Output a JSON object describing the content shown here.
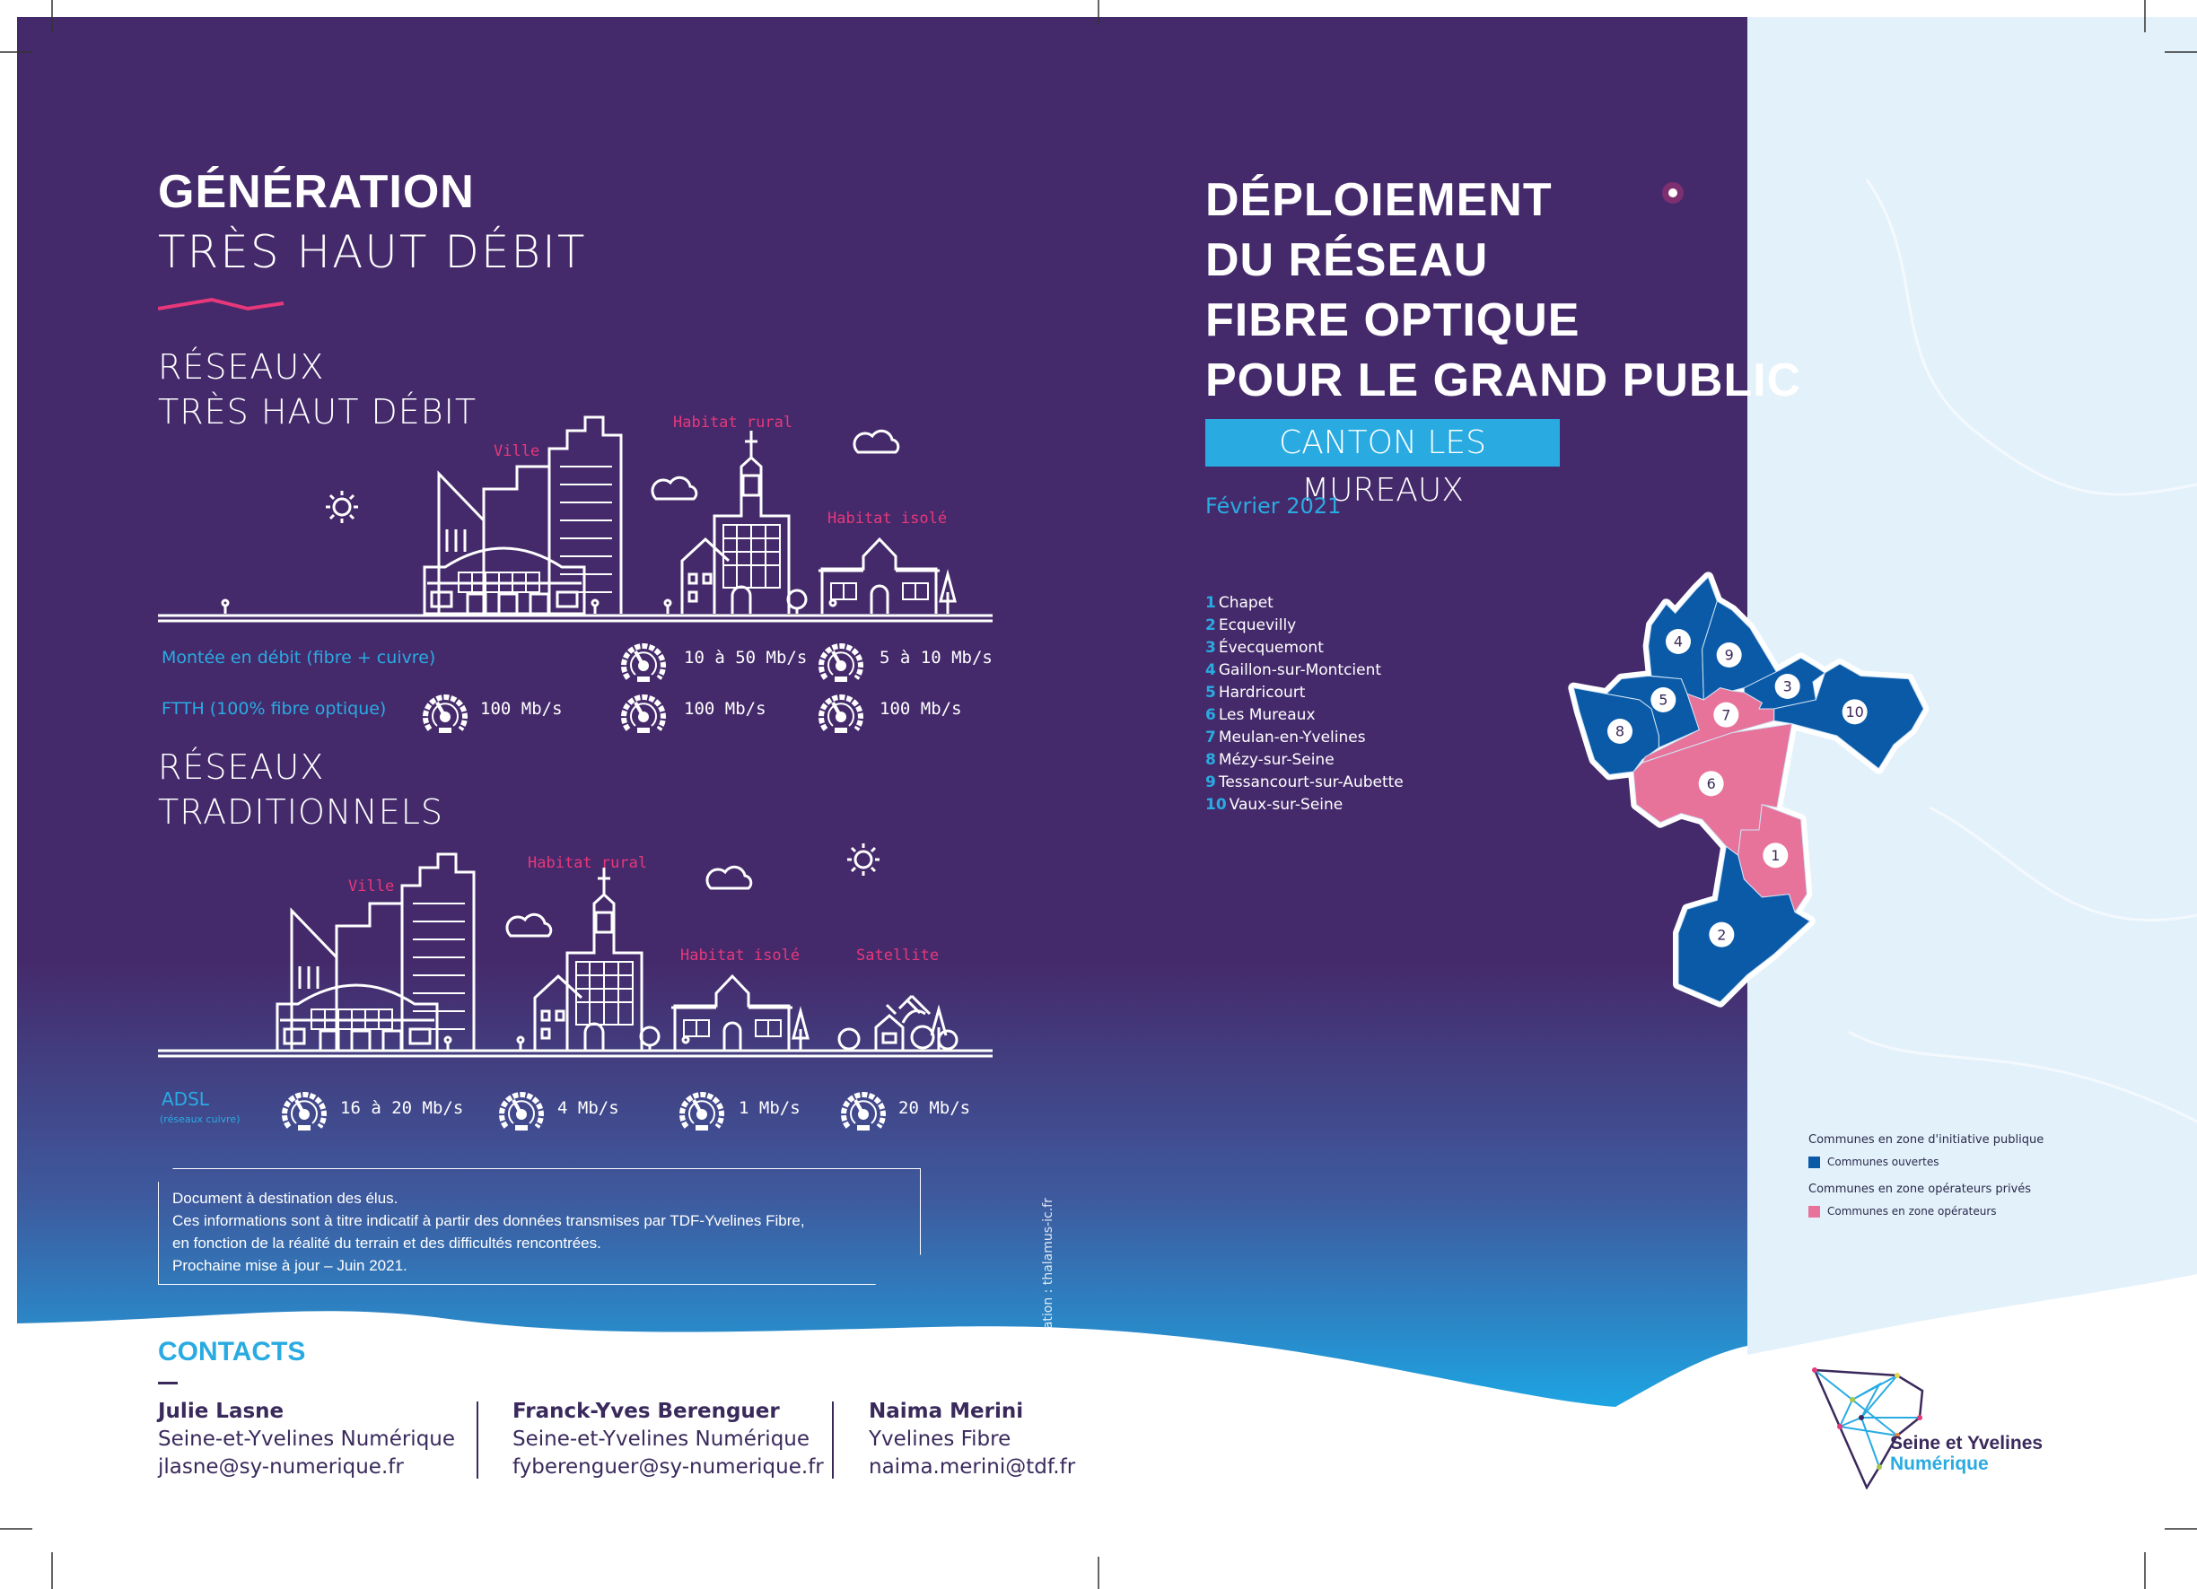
{
  "left": {
    "title_bold": "GÉNÉRATION",
    "title_light": "TRÈS HAUT DÉBIT",
    "section1": {
      "line1": "RÉSEAUX",
      "line2": "TRÈS HAUT DÉBIT"
    },
    "section2": {
      "line1": "RÉSEAUX",
      "line2": "TRADITIONNELS"
    },
    "illus1_labels": {
      "ville": "Ville",
      "rural": "Habitat rural",
      "isole": "Habitat isolé"
    },
    "illus2_labels": {
      "ville": "Ville",
      "rural": "Habitat rural",
      "isole": "Habitat isolé",
      "satellite": "Satellite"
    },
    "montee": {
      "label": "Montée en débit (fibre + cuivre)",
      "rural": "10 à 50 Mb/s",
      "isole": "5 à 10 Mb/s"
    },
    "ftth": {
      "label": "FTTH (100% fibre optique)",
      "ville": "100 Mb/s",
      "rural": "100 Mb/s",
      "isole": "100 Mb/s"
    },
    "adsl": {
      "label": "ADSL",
      "sublabel": "(réseaux cuivre)",
      "ville": "16 à 20 Mb/s",
      "rural": "4 Mb/s",
      "isole": "1 Mb/s",
      "satellite": "20 Mb/s"
    },
    "note": [
      "Document à destination des élus.",
      "Ces informations sont à titre indicatif à partir des données transmises par TDF-Yvelines Fibre,",
      "en fonction de la réalité du terrain et des difficultés rencontrées.",
      "Prochaine mise à jour – Juin 2021."
    ],
    "credit": "Création : thalamus-ic.fr"
  },
  "right": {
    "title": [
      "DÉPLOIEMENT",
      "DU RÉSEAU",
      "FIBRE OPTIQUE",
      "POUR LE GRAND PUBLIC"
    ],
    "canton": "CANTON LES MUREAUX",
    "date": "Février 2021",
    "communes": [
      {
        "n": "1",
        "name": "Chapet"
      },
      {
        "n": "2",
        "name": "Ecquevilly"
      },
      {
        "n": "3",
        "name": "Évecquemont"
      },
      {
        "n": "4",
        "name": "Gaillon-sur-Montcient"
      },
      {
        "n": "5",
        "name": "Hardricourt"
      },
      {
        "n": "6",
        "name": "Les Mureaux"
      },
      {
        "n": "7",
        "name": "Meulan-en-Yvelines"
      },
      {
        "n": "8",
        "name": "Mézy-sur-Seine"
      },
      {
        "n": "9",
        "name": "Tessancourt-sur-Aubette"
      },
      {
        "n": "10",
        "name": "Vaux-sur-Seine"
      }
    ],
    "map_labels": [
      "1",
      "2",
      "3",
      "4",
      "5",
      "6",
      "7",
      "8",
      "9",
      "10"
    ],
    "legend": {
      "public_heading": "Communes en zone d'initiative publique",
      "public_item": "Communes ouvertes",
      "private_heading": "Communes en zone opérateurs privés",
      "private_item": "Communes en zone opérateurs"
    }
  },
  "contacts": {
    "title": "CONTACTS",
    "people": [
      {
        "name": "Julie Lasne",
        "org": "Seine-et-Yvelines Numérique",
        "email": "jlasne@sy-numerique.fr"
      },
      {
        "name": "Franck-Yves Berenguer",
        "org": "Seine-et-Yvelines Numérique",
        "email": "fyberenguer@sy-numerique.fr"
      },
      {
        "name": "Naima Merini",
        "org": "Yvelines Fibre",
        "email": "naima.merini@tdf.fr"
      }
    ]
  },
  "logo": {
    "line1": "Seine et Yvelines",
    "line2": "Numérique"
  },
  "colors": {
    "purple": "#452a6b",
    "cyan": "#29abe2",
    "pink": "#e6387a",
    "map_blue": "#0a5aa8",
    "map_pink": "#e8739a",
    "light_blue": "#e3f1fb"
  }
}
